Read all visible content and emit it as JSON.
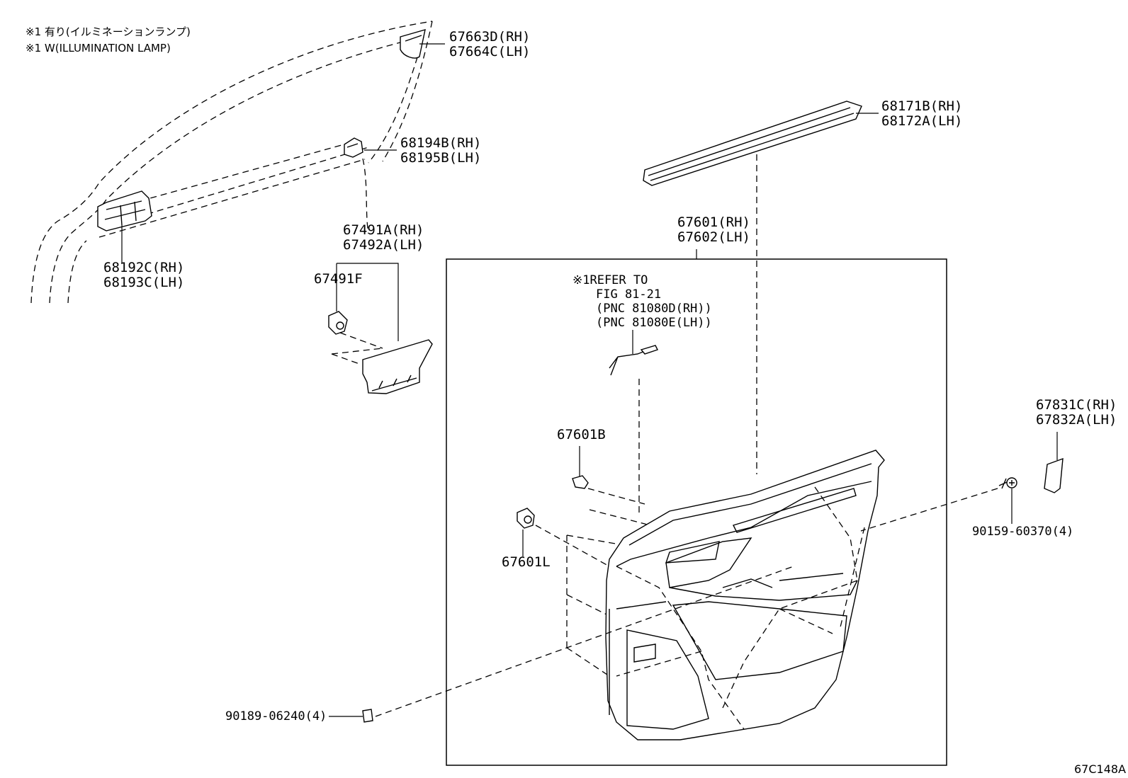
{
  "notes": {
    "line1": "※1 有り(イルミネーションランプ)",
    "line2": "※1 W(ILLUMINATION LAMP)"
  },
  "labels": {
    "p67663": [
      "67663D(RH)",
      "67664C(LH)"
    ],
    "p68194": [
      "68194B(RH)",
      "68195B(LH)"
    ],
    "p68171": [
      "68171B(RH)",
      "68172A(LH)"
    ],
    "p68192": [
      "68192C(RH)",
      "68193C(LH)"
    ],
    "p67491A": [
      "67491A(RH)",
      "67492A(LH)"
    ],
    "p67491F": "67491F",
    "p67601": [
      "67601(RH)",
      "67602(LH)"
    ],
    "refer": [
      "※1REFER TO",
      "FIG 81-21",
      "(PNC 81080D(RH))",
      "(PNC 81080E(LH))"
    ],
    "p67601B": "67601B",
    "p67601L": "67601L",
    "p67831": [
      "67831C(RH)",
      "67832A(LH)"
    ],
    "p90159": "90159-60370(4)",
    "p90189": "90189-06240(4)"
  },
  "figure_code": "67C148A"
}
